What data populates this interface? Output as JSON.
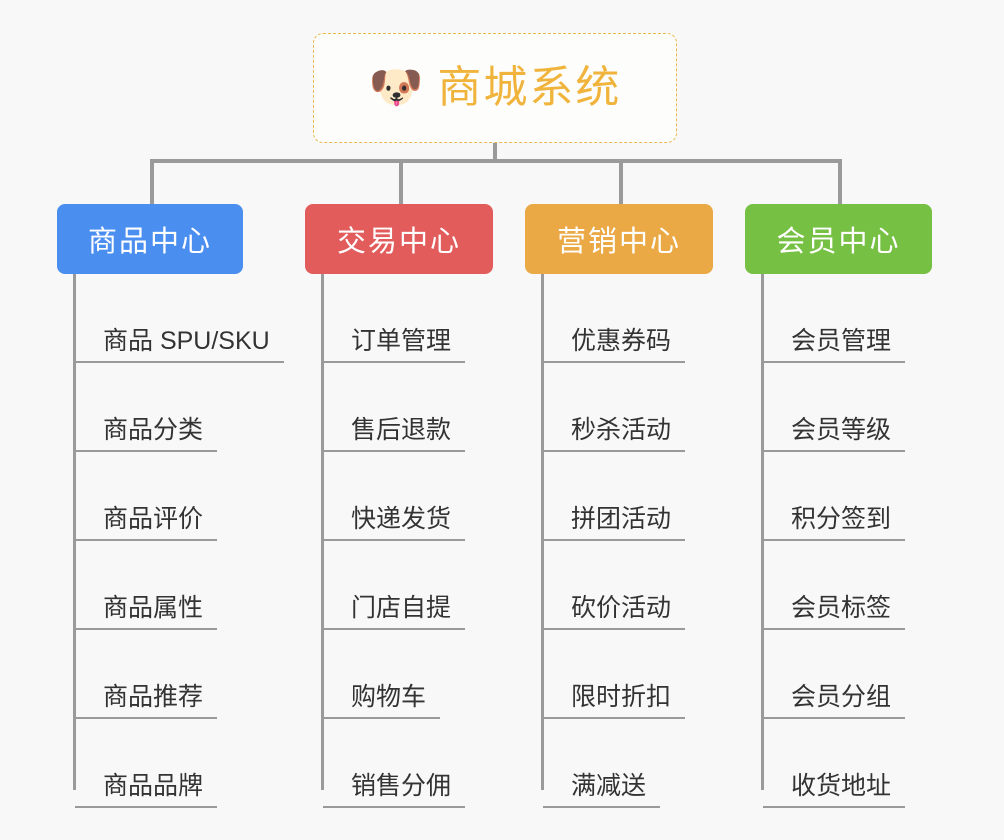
{
  "root": {
    "icon": "shiba-dog-face-emoji",
    "emoji": "🐶",
    "title": "商城系统",
    "color": "#f0b43c",
    "border_color": "#e9b84e"
  },
  "columns": [
    {
      "header": "商品中心",
      "color": "#4a8ef0",
      "items": [
        "商品 SPU/SKU",
        "商品分类",
        "商品评价",
        "商品属性",
        "商品推荐",
        "商品品牌"
      ]
    },
    {
      "header": "交易中心",
      "color": "#e25c5c",
      "items": [
        "订单管理",
        "售后退款",
        "快递发货",
        "门店自提",
        "购物车",
        "销售分佣"
      ]
    },
    {
      "header": "营销中心",
      "color": "#eaa944",
      "items": [
        "优惠券码",
        "秒杀活动",
        "拼团活动",
        "砍价活动",
        "限时折扣",
        "满减送"
      ]
    },
    {
      "header": "会员中心",
      "color": "#76c043",
      "items": [
        "会员管理",
        "会员等级",
        "积分签到",
        "会员标签",
        "会员分组",
        "收货地址"
      ]
    }
  ],
  "theme": {
    "background": "#f8f8f8",
    "connector": "#9a9a9a",
    "leaf_text": "#333333"
  }
}
